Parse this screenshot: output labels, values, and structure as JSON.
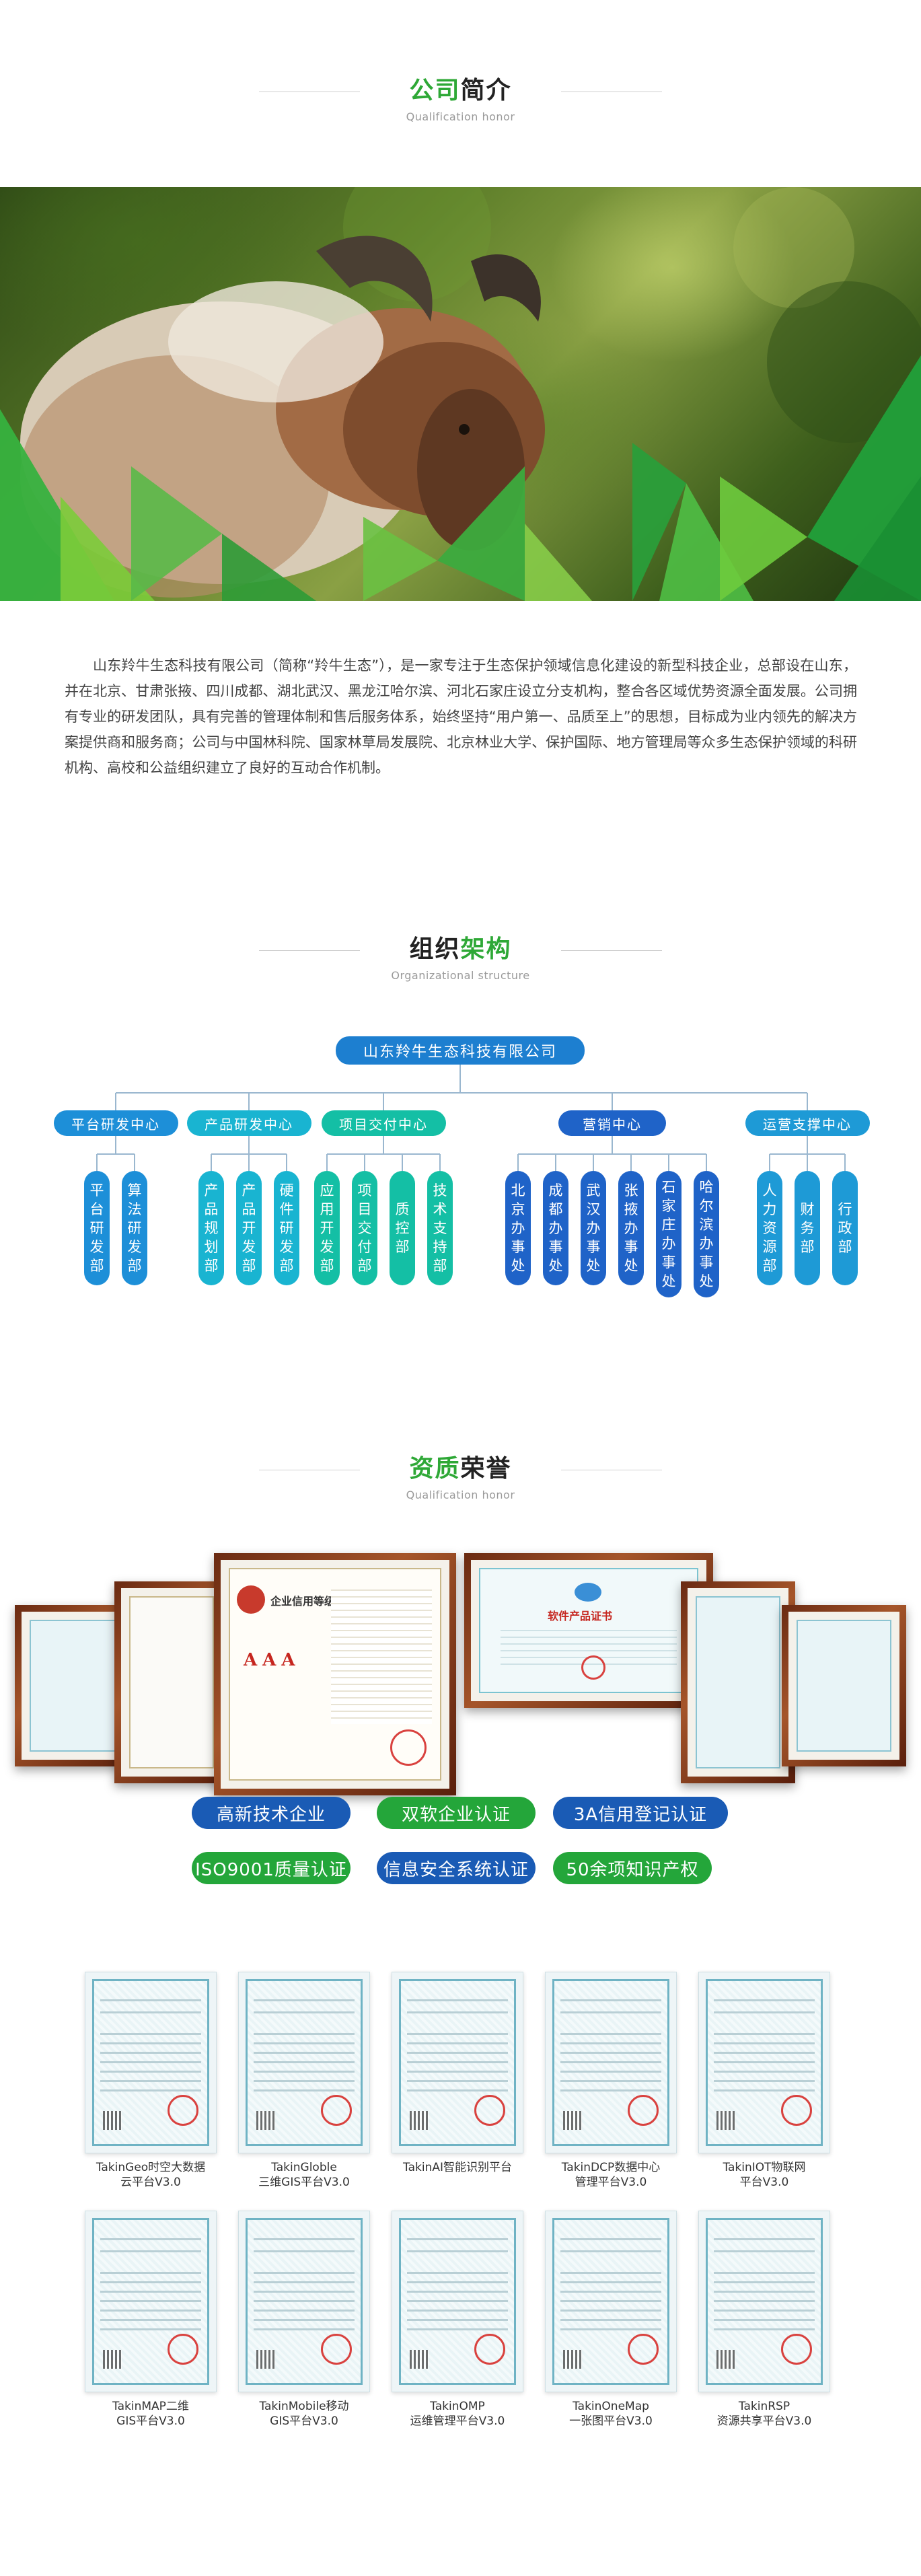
{
  "profile": {
    "title_green": "公司",
    "title_dark": "简介",
    "subtitle": "Qualification honor",
    "body": "山东羚牛生态科技有限公司（简称“羚牛生态”），是一家专注于生态保护领域信息化建设的新型科技企业，总部设在山东，并在北京、甘肃张掖、四川成都、湖北武汉、黑龙江哈尔滨、河北石家庄设立分支机构，整合各区域优势资源全面发展。公司拥有专业的研发团队，具有完善的管理体制和售后服务体系，始终坚持“用户第一、品质至上”的思想，目标成为业内领先的解决方案提供商和服务商；公司与中国林科院、国家林草局发展院、北京林业大学、保护国际、地方管理局等众多生态保护领域的科研机构、高校和公益组织建立了良好的互动合作机制。"
  },
  "org": {
    "title_dark": "组织",
    "title_green": "架构",
    "subtitle": "Organizational structure",
    "root": "山东羚牛生态科技有限公司",
    "centers": [
      {
        "label": "平台研发中心",
        "color": "#1d8fd8",
        "units": [
          "平台研发部",
          "算法研发部"
        ]
      },
      {
        "label": "产品研发中心",
        "color": "#19b4d1",
        "units": [
          "产品规划部",
          "产品开发部",
          "硬件研发部"
        ]
      },
      {
        "label": "项目交付中心",
        "color": "#14bfa5",
        "units": [
          "应用开发部",
          "项目交付部",
          "质控部",
          "技术支持部"
        ]
      },
      {
        "label": "营销中心",
        "color": "#1f63c8",
        "units": [
          "北京办事处",
          "成都办事处",
          "武汉办事处",
          "张掖办事处",
          "石家庄办事处",
          "哈尔滨办事处"
        ]
      },
      {
        "label": "运营支撑中心",
        "color": "#1e9ad6",
        "units": [
          "人力资源部",
          "财务部",
          "行政部"
        ]
      }
    ]
  },
  "honors": {
    "title_green": "资质",
    "title_dark": "荣誉",
    "subtitle": "Qualification honor",
    "badges_row1": [
      {
        "label": "高新技术企业",
        "color": "#1a5bb5"
      },
      {
        "label": "双软企业认证",
        "color": "#24a63a"
      },
      {
        "label": "3A信用登记认证",
        "color": "#1a5bb5"
      }
    ],
    "badges_row2": [
      {
        "label": "ISO9001质量认证",
        "color": "#24a63a"
      },
      {
        "label": "信息安全系统认证",
        "color": "#1a5bb5"
      },
      {
        "label": "50余项知识产权",
        "color": "#24a63a"
      }
    ],
    "frames": {
      "credit_cert_title": "企业信用等级证书",
      "credit_rating": "AAA",
      "software_cert_title": "软件产品证书"
    },
    "certificates": [
      [
        "TakinGeo时空大数据",
        "云平台V3.0"
      ],
      [
        "TakinGloble",
        "三维GIS平台V3.0"
      ],
      [
        "TakinAI智能识别平台"
      ],
      [
        "TakinDCP数据中心",
        "管理平台V3.0"
      ],
      [
        "TakinIOT物联网",
        "平台V3.0"
      ],
      [
        "TakinMAP二维",
        "GIS平台V3.0"
      ],
      [
        "TakinMobile移动",
        "GIS平台V3.0"
      ],
      [
        "TakinOMP",
        "运维管理平台V3.0"
      ],
      [
        "TakinOneMap",
        "一张图平台V3.0"
      ],
      [
        "TakinRSP",
        "资源共享平台V3.0"
      ]
    ]
  }
}
